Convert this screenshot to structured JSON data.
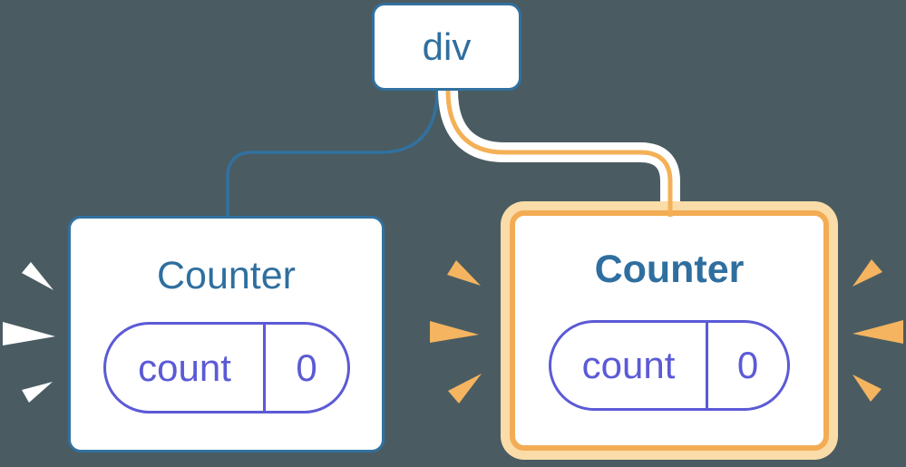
{
  "diagram": {
    "title": "component tree with two Counter children of a div",
    "background_color": "#4A5C62",
    "root": {
      "label": "div",
      "border_color": "#31719F",
      "text_color": "#2F6F9F"
    },
    "children": [
      {
        "title": "Counter",
        "highlighted": false,
        "border_color": "#31719F",
        "connector_color": "#31719F",
        "state": {
          "key": "count",
          "value": "0"
        },
        "burst_marks": {
          "color": "#FFFFFF",
          "count": 3,
          "side": "left"
        }
      },
      {
        "title": "Counter",
        "highlighted": true,
        "border_color_inner": "#F3AC54",
        "border_color_outer": "#FADCA8",
        "connector_color": "#F4B056",
        "connector_casing_color": "#FFFFFF",
        "state": {
          "key": "count",
          "value": "0"
        },
        "burst_marks": {
          "color": "#F5B45F",
          "count": 6,
          "side": "both"
        }
      }
    ],
    "pill": {
      "border_color": "#5B5AD6",
      "text_color": "#5B5AD6"
    }
  }
}
